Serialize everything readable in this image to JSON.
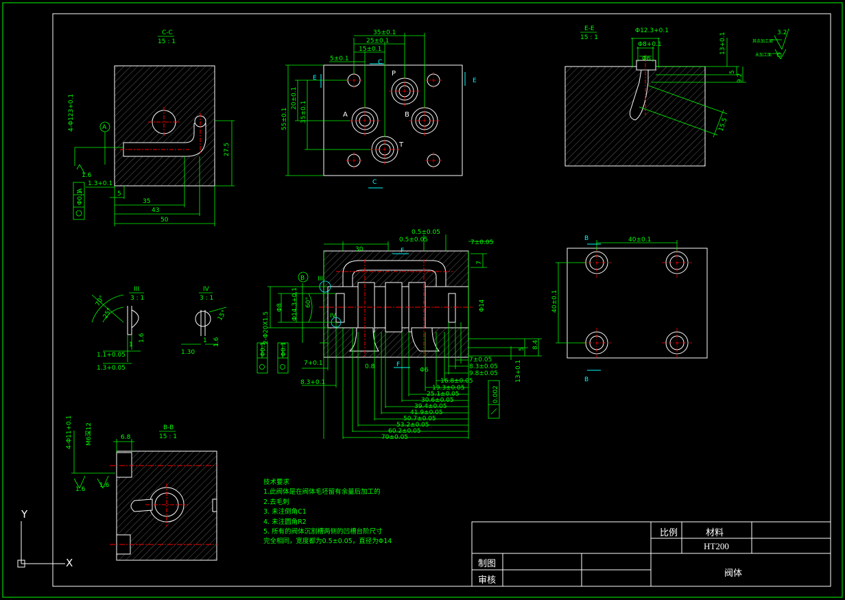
{
  "views": {
    "cc": {
      "title": "C-C",
      "scale": "15 : 1"
    },
    "ee": {
      "title": "E-E",
      "scale": "15 : 1"
    },
    "bb": {
      "title": "B-B",
      "scale": "15 : 1"
    },
    "iii": {
      "title": "III",
      "scale": "3 : 1"
    },
    "iv": {
      "title": "IV",
      "scale": "3 : 1"
    }
  },
  "dims": {
    "cc_275": "27.5",
    "cc_5": "5",
    "cc_35": "35",
    "cc_43": "43",
    "cc_50": "50",
    "cc_4d": "4-Φ123+0.1",
    "cc_13": "1.3+0.1",
    "cc_tol": "Φ0.1",
    "cc_datum": "A",
    "cc_16": "1.6",
    "top_35": "35±0.1",
    "top_25": "25±0.1",
    "top_15": "15±0.1",
    "top_5": "5±0.1",
    "top_55": "55±0.1",
    "top_20": "20±0.1",
    "top_35v": "35±0.1",
    "lbl_P": "P",
    "lbl_A": "A",
    "lbl_B": "B",
    "lbl_T": "T",
    "sec_E": "E",
    "sec_C": "C",
    "sec_F": "F",
    "sec_B": "B",
    "ee_123": "Φ12.3+0.1",
    "ee_8": "Φ8+0.1",
    "ee_6": "Φ6",
    "ee_13": "13+0.1",
    "ee_5": "5",
    "ee_92": "9.2",
    "ee_155": "15.5",
    "ee_32": "3.2",
    "ee_rough1": "其余加工面",
    "ee_rough2": "未加工面",
    "mid_30": "30",
    "mid_05a": "0.5±0.05",
    "mid_05b": "0.5±0.05",
    "mid_7a": "7±0.05",
    "mid_7": "7",
    "mid_14": "Φ14",
    "mid_8": "Φ8",
    "mid_143": "Φ14.3+0.1",
    "mid_2x": "2-Φ20X1.5",
    "mid_60": "60°",
    "mid_84": "8.4",
    "mid_5": "5",
    "mid_13": "13+0.1",
    "mid_0002": "0.002",
    "mid_08": "0.8",
    "mid_6": "Φ6",
    "mid_7b": "7+0.1",
    "mid_83": "8.3+0.1",
    "mid_d7": "7±0.05",
    "mid_d83": "8.3±0.05",
    "mid_d98": "9.8±0.05",
    "mid_d168": "16.8±0.05",
    "mid_d193": "19.3±0.05",
    "mid_d251": "25.1±0.05",
    "mid_d306": "30.6±0.05",
    "mid_d394": "39.4±0.05",
    "mid_d419": "41.9±0.05",
    "mid_d507": "50.7±0.05",
    "mid_d532": "53.2±0.05",
    "mid_d602": "60.2±0.05",
    "mid_d70": "70±0.05",
    "mid_tol1": "Φ0.1",
    "mid_tol2": "Φ0.1",
    "mid_III": "III",
    "mid_IV": "IV",
    "mid_circB": "B",
    "br_40": "40±0.1",
    "br_40v": "40±0.1",
    "iii_70": "70°",
    "iii_25": "25°",
    "iii_1": "1",
    "iii_16": "1.6",
    "iii_11": "1.1+0.05",
    "iii_13": "1.3+0.05",
    "iv_15": "15°",
    "iv_1": "1",
    "iv_16": "1.6",
    "iv_130": "1.30",
    "bb_68": "6.8",
    "bb_4": "4-Φ11+0.1",
    "bb_m6": "M6深12",
    "bb_16a": "1.6",
    "bb_16b": "1.6"
  },
  "notes": {
    "title": "技术要求",
    "lines": [
      "1.此阀体是在阀体毛坯留有余量后加工的",
      "2.去毛刺",
      "3. 未注倒角C1",
      "4. 未注圆角R2",
      "5. 所有的阀体沉割槽两侧的凹槽台阶尺寸",
      "完全相同，宽度都为0.5±0.05，直径为Φ14"
    ]
  },
  "title_block": {
    "scale_label": "比例",
    "material_label": "材料",
    "material": "HT200",
    "drawn_label": "制图",
    "check_label": "审核",
    "part_name": "阀体"
  },
  "ucs": {
    "y": "Y",
    "x": "X"
  },
  "colors": {
    "background": "#000000",
    "border": "#00ff00",
    "outline": "#ffffff",
    "centerline": "#ff0000",
    "section_arrow": "#00ffff"
  }
}
